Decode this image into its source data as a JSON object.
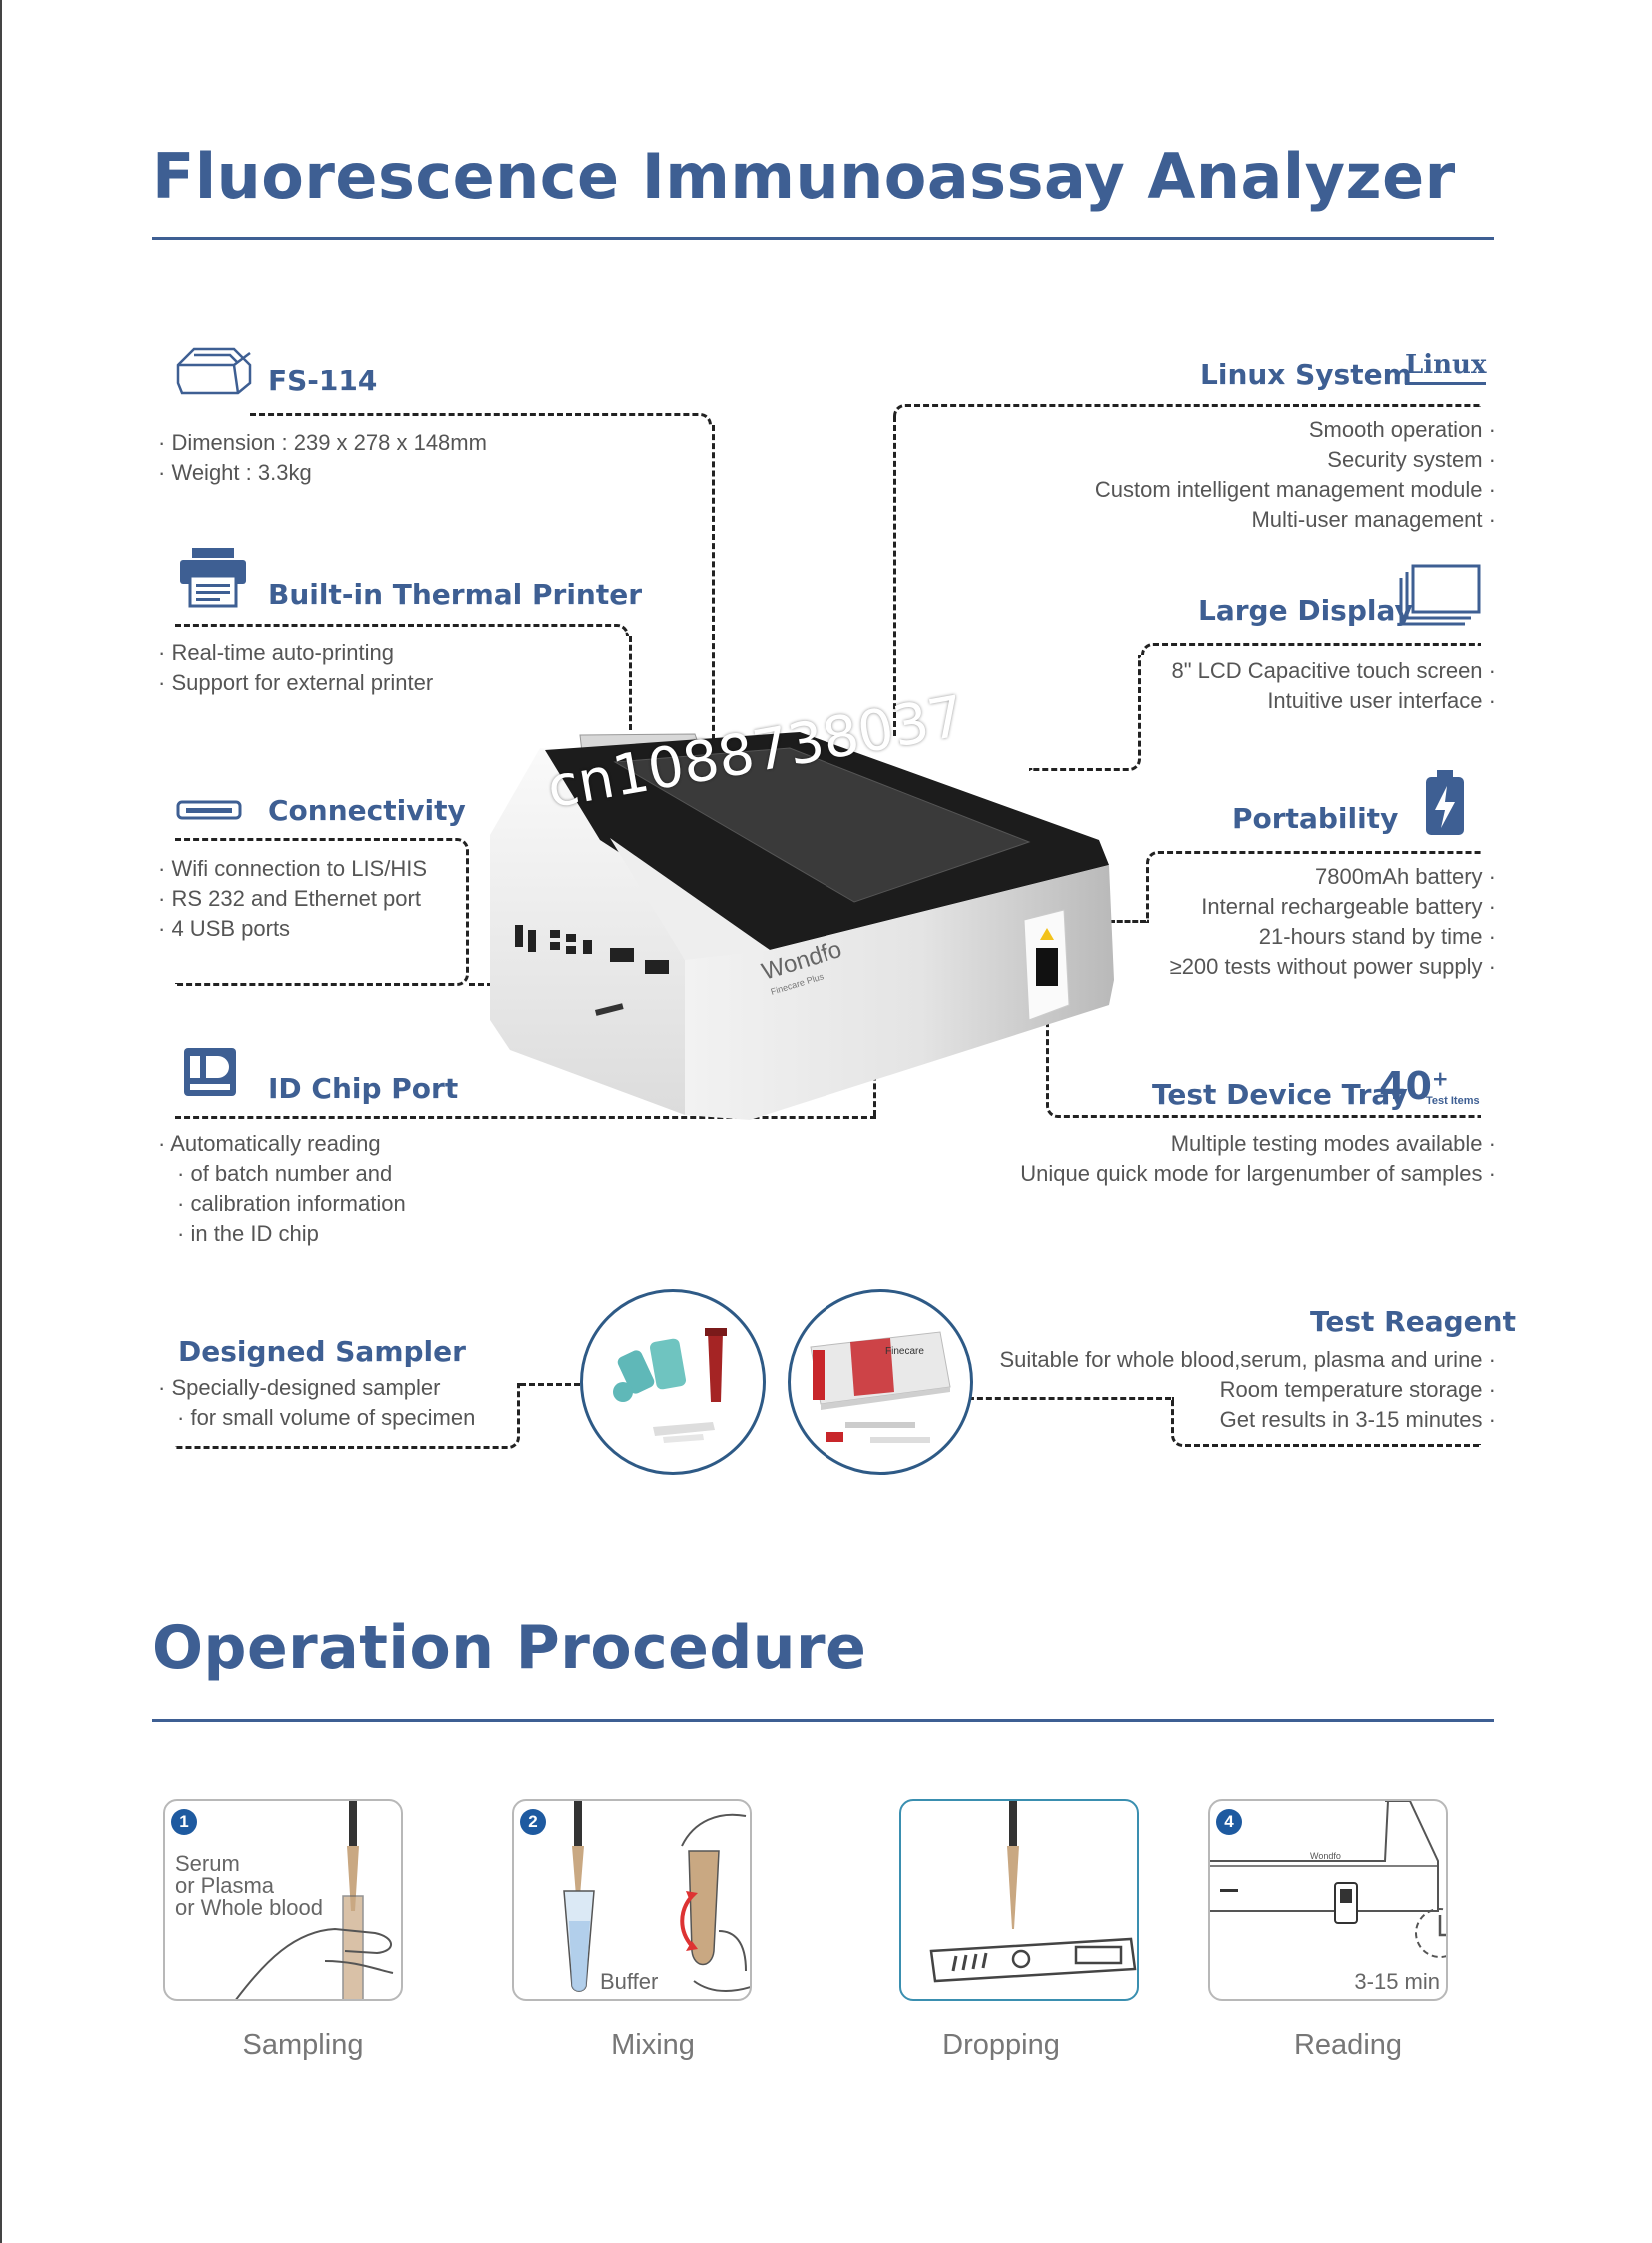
{
  "header": {
    "title": "Fluorescence Immunoassay Analyzer"
  },
  "features_left": [
    {
      "title": "FS-114",
      "icon": "analyzer-icon",
      "items": [
        "Dimension :   239 x 278 x  148mm",
        "Weight : 3.3kg"
      ]
    },
    {
      "title": "Built-in Thermal Printer",
      "icon": "printer-icon",
      "items": [
        "Real-time auto-printing",
        "Support for external printer"
      ]
    },
    {
      "title": "Connectivity",
      "icon": "port-icon",
      "items": [
        "Wifi connection to LIS/HIS",
        "RS 232 and Ethernet port",
        "4 USB ports"
      ]
    },
    {
      "title": "ID Chip Port",
      "icon": "id-chip-icon",
      "items": [
        "Automatically reading",
        "of batch number and",
        "calibration information",
        "in the ID chip"
      ]
    },
    {
      "title": "Designed Sampler",
      "icon": "",
      "items": [
        "Specially-designed sampler",
        "for small volume of specimen"
      ]
    }
  ],
  "features_right": [
    {
      "title": "Linux System",
      "logo": "Linux",
      "icon": "linux-logo",
      "items": [
        "Smooth operation",
        "Security system",
        "Custom intelligent management module",
        "Multi-user management"
      ]
    },
    {
      "title": "Large Display",
      "icon": "display-icon",
      "items": [
        "8\" LCD Capacitive touch screen",
        "Intuitive user interface"
      ]
    },
    {
      "title": "Portability",
      "icon": "battery-icon",
      "items": [
        "7800mAh battery",
        "Internal rechargeable battery",
        "21-hours stand by time",
        "≥200 tests without power supply"
      ]
    },
    {
      "title": "Test Device Tray",
      "count": "40",
      "count_suffix": "+",
      "count_label": "Test Items",
      "items": [
        "Multiple testing modes available",
        "Unique quick mode for largenumber of samples"
      ]
    },
    {
      "title": "Test Reagent",
      "icon": "",
      "items": [
        "Suitable for whole blood,serum, plasma and urine",
        "Room temperature storage",
        "Get results in 3-15 minutes"
      ]
    }
  ],
  "device": {
    "brand": "Wondfo",
    "model_text": "Finecare Plus",
    "reagent_box_text": "Finecare"
  },
  "watermark": "cn1088738037",
  "procedure": {
    "title": "Operation Procedure",
    "steps": [
      {
        "number": "1",
        "label": "Sampling",
        "text_lines": [
          "Serum",
          "or Plasma",
          "or Whole blood"
        ]
      },
      {
        "number": "2",
        "label": "Mixing",
        "text_lines": [
          "Buffer"
        ]
      },
      {
        "number": "",
        "label": "Dropping",
        "text_lines": []
      },
      {
        "number": "4",
        "label": "Reading",
        "text_lines": [
          "3-15 min"
        ],
        "mini_brand": "Wondfo"
      }
    ]
  },
  "colors": {
    "accent": "#3e5f93",
    "circle_border": "#2e5a86",
    "step_badge": "#1e5aa0"
  }
}
